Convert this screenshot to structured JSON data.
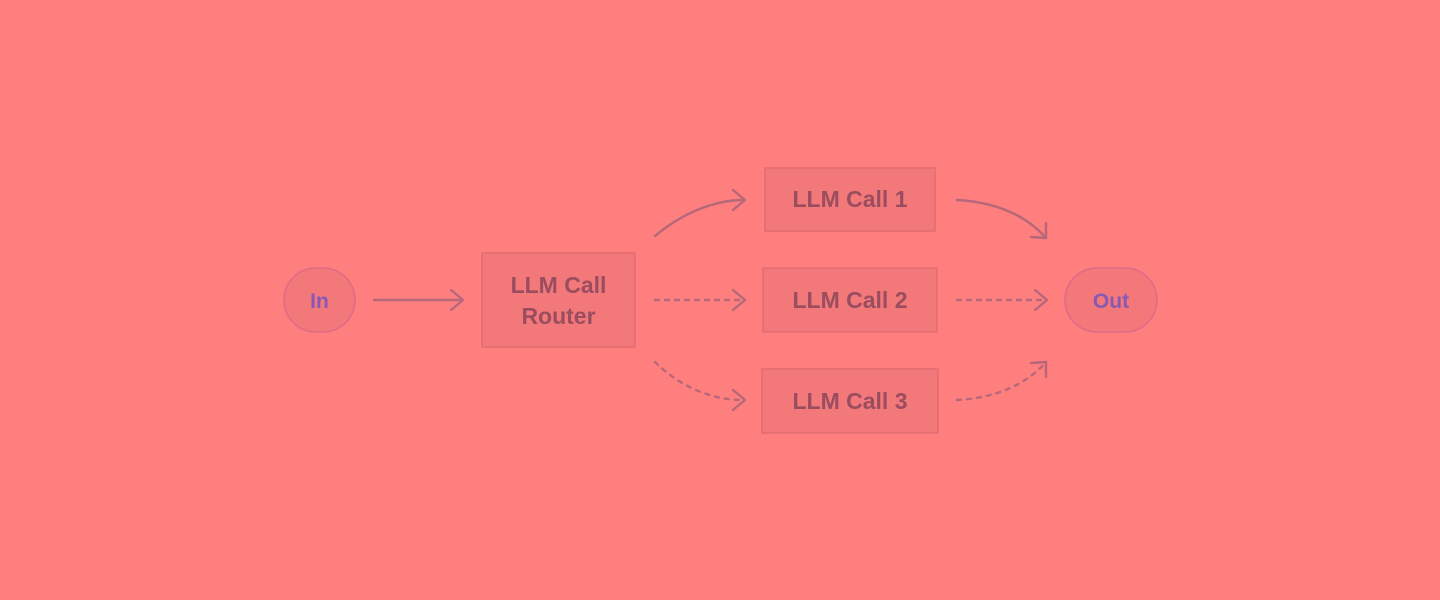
{
  "diagram": {
    "input": {
      "label": "In"
    },
    "router": {
      "line1": "LLM Call",
      "line2": "Router"
    },
    "calls": [
      {
        "label": "LLM Call 1"
      },
      {
        "label": "LLM Call 2"
      },
      {
        "label": "LLM Call 3"
      }
    ],
    "output": {
      "label": "Out"
    }
  },
  "colors": {
    "background": "#fe7f7d",
    "box_fill": "#f3787a",
    "box_text": "#9a4d5f",
    "pill_text": "#8859b4",
    "arrow": "#b6677a"
  }
}
